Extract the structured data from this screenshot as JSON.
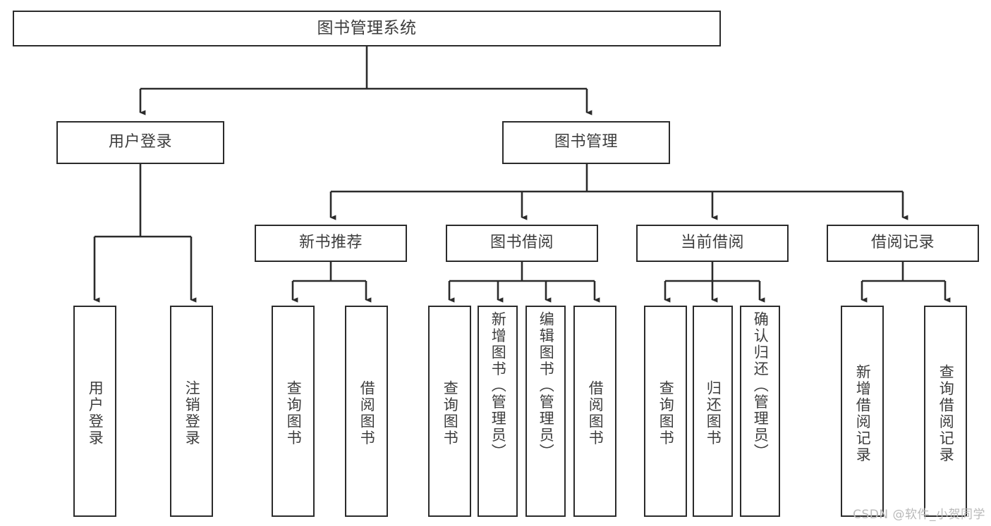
{
  "diagram": {
    "title": "图书管理系统",
    "type": "functional-structure-tree",
    "watermark": "CSDN @软件_小贺同学",
    "colors": {
      "border": "#2b2b2b",
      "text": "#3d3d3d",
      "background": "#ffffff",
      "watermark": "#b9b9b9"
    },
    "levels": {
      "root": {
        "label": "图书管理系统"
      },
      "level2": [
        {
          "id": "user-login",
          "label": "用户登录"
        },
        {
          "id": "book-manage",
          "label": "图书管理"
        }
      ],
      "level3": [
        {
          "id": "new-book-recommend",
          "label": "新书推荐"
        },
        {
          "id": "book-borrow",
          "label": "图书借阅"
        },
        {
          "id": "current-borrow",
          "label": "当前借阅"
        },
        {
          "id": "borrow-record",
          "label": "借阅记录"
        }
      ],
      "leaves": {
        "user-login": [
          {
            "id": "leaf-user-login",
            "label": "用户登录"
          },
          {
            "id": "leaf-user-logout",
            "label": "注销登录"
          }
        ],
        "new-book-recommend": [
          {
            "id": "leaf-query-book-1",
            "label": "查询图书"
          },
          {
            "id": "leaf-borrow-book-1",
            "label": "借阅图书"
          }
        ],
        "book-borrow": [
          {
            "id": "leaf-query-book-2",
            "label": "查询图书"
          },
          {
            "id": "leaf-add-book",
            "label": "新增图书（管理员）"
          },
          {
            "id": "leaf-edit-book",
            "label": "编辑图书（管理员）"
          },
          {
            "id": "leaf-borrow-book-2",
            "label": "借阅图书"
          }
        ],
        "current-borrow": [
          {
            "id": "leaf-query-book-3",
            "label": "查询图书"
          },
          {
            "id": "leaf-return-book",
            "label": "归还图书"
          },
          {
            "id": "leaf-confirm-return",
            "label": "确认归还（管理员）"
          }
        ],
        "borrow-record": [
          {
            "id": "leaf-add-record",
            "label": "新增借阅记录"
          },
          {
            "id": "leaf-query-record",
            "label": "查询借阅记录"
          }
        ]
      }
    }
  }
}
